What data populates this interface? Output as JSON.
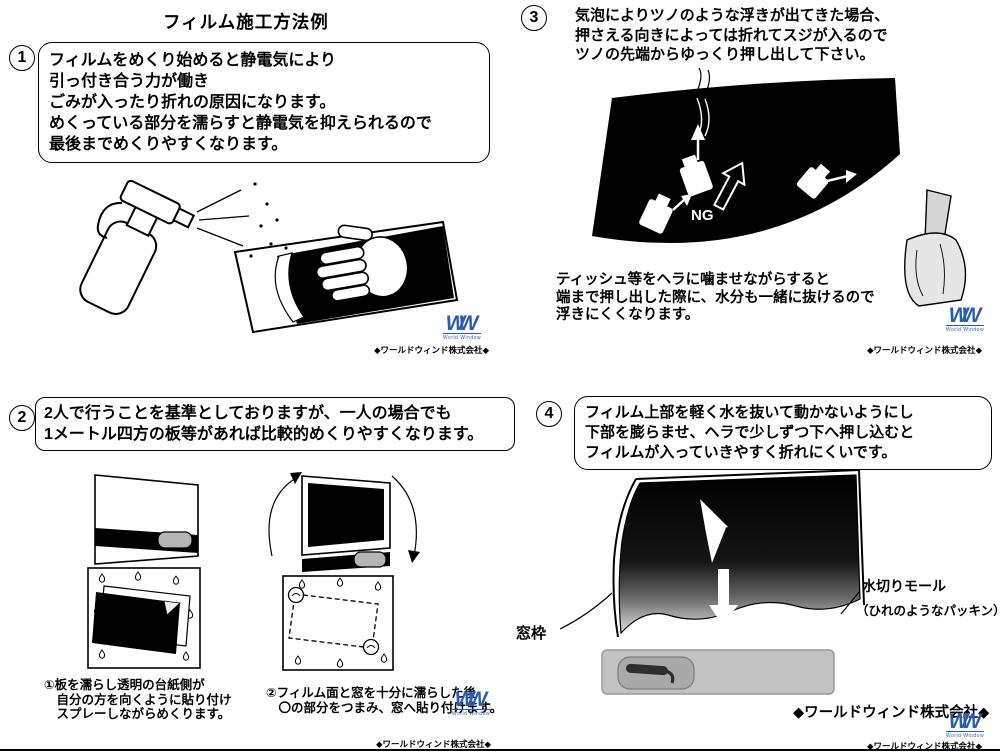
{
  "title": "フィルム施工方法例",
  "sections": {
    "s1": {
      "number": "1",
      "lines": [
        "フィルムをめくり始めると静電気により",
        "引っ付き合う力が働き",
        "ごみが入ったり折れの原因になります。",
        "めくっている部分を濡らすと静電気を抑えられるので",
        "最後までめくりやすくなります。"
      ]
    },
    "s2": {
      "number": "2",
      "lines": [
        "2人で行うことを基準としておりますが、一人の場合でも",
        "1メートル四方の板等があれば比較的めくりやすくなります。"
      ],
      "caption1": [
        "①板を濡らし透明の台紙側が",
        "　自分の方を向くように貼り付け",
        "　スプレーしながらめくります。"
      ],
      "caption2": [
        "②フィルム面と窓を十分に濡らした後",
        "　〇の部分をつまみ、窓へ貼り付けます。"
      ]
    },
    "s3": {
      "number": "3",
      "lines": [
        "気泡によりツノのような浮きが出てきた場合、",
        "押さえる向きによっては折れてスジが入るので",
        "ツノの先端からゆっくり押し出して下さい。"
      ],
      "ng": "NG",
      "note": [
        "ティッシュ等をヘラに噛ませながらすると",
        "端まで押し出した際に、水分も一緒に抜けるので",
        "浮きにくくなります。"
      ]
    },
    "s4": {
      "number": "4",
      "lines": [
        "フィルム上部を軽く水を抜いて動かないようにし",
        "下部を膨らませ、ヘラで少しずつ下へ押し込むと",
        "フィルムが入っていきやすく折れにくいです。"
      ],
      "label_frame": "窓枠",
      "label_molding": "水切りモール",
      "label_packing": "（ひれのようなパッキン）"
    }
  },
  "company": {
    "name": "◆ワールドウィンド株式会社◆",
    "logo_mark": "WW",
    "logo_sub": "World Window"
  },
  "colors": {
    "accent_blue": "#2b5cb0",
    "ink": "#000000"
  }
}
